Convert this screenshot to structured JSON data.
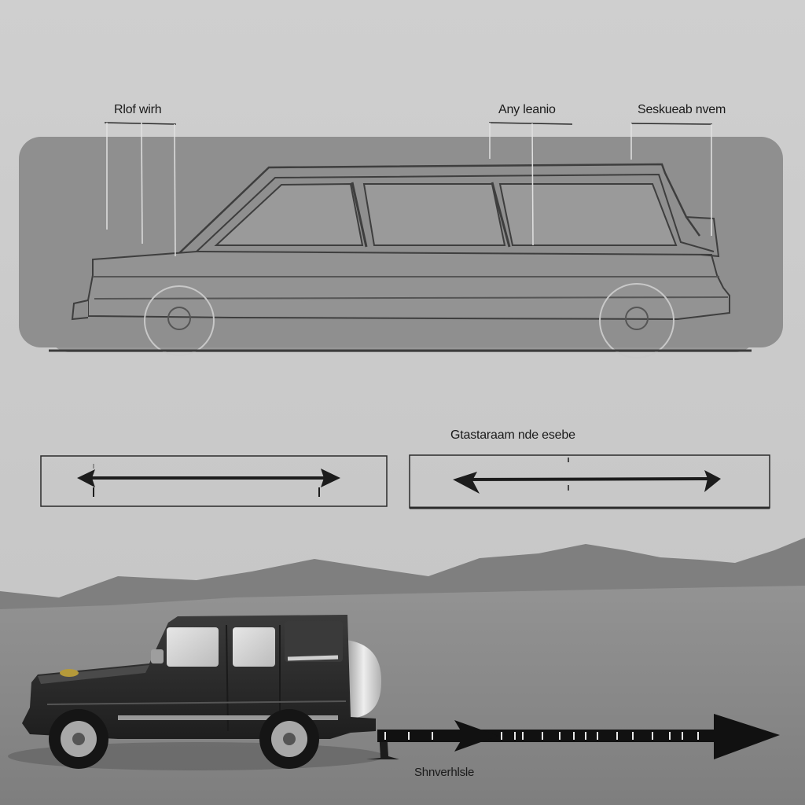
{
  "labels": {
    "top_left": "Rlof wirh",
    "top_middle": "Any leanio",
    "top_right": "Seskueab nvem",
    "scale_caption": "Gtastaraam nde esebe",
    "bottom_caption": "Shnverhlsle"
  },
  "colors": {
    "background": "#cacaca",
    "panel": "#8f8f8f",
    "ground": "#8c8c8c",
    "mountains": "#7d7d7d",
    "arrow": "#1c1c1c",
    "suv_body": "#2e2e2e"
  }
}
